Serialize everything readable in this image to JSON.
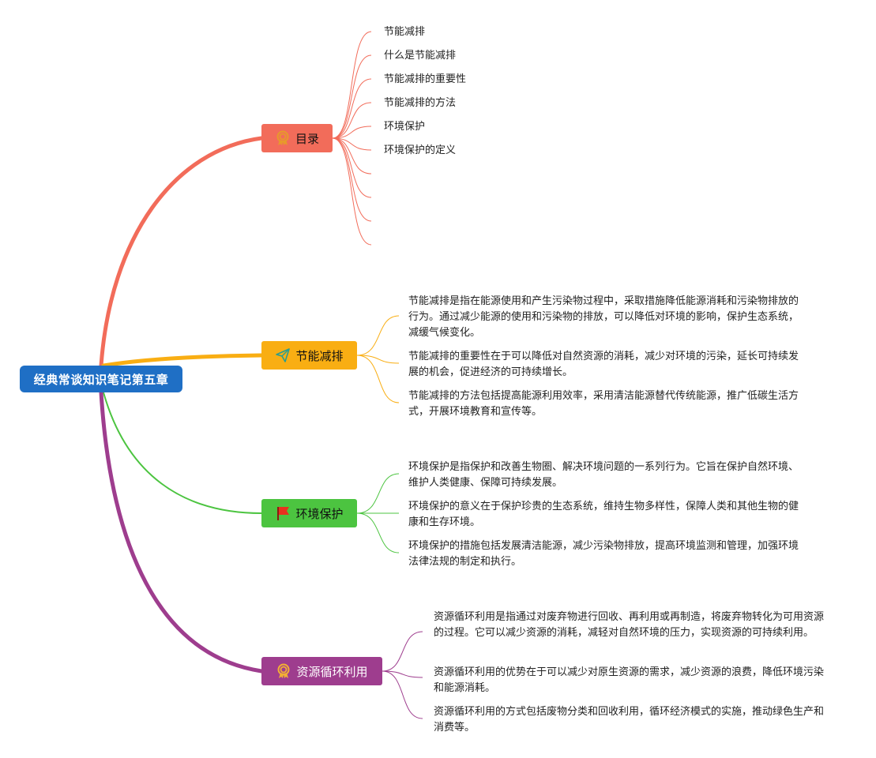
{
  "root": {
    "title": "经典常谈知识笔记第五章"
  },
  "colors": {
    "root": "#1f6fc5",
    "toc": "#f26c5a",
    "energy": "#f9ae13",
    "environment": "#4cc440",
    "resource": "#9e3d8e"
  },
  "branches": {
    "toc": {
      "label": "目录",
      "icon": "award-ribbon-icon",
      "items": [
        "节能减排",
        "什么是节能减排",
        "节能减排的重要性",
        "节能减排的方法",
        "环境保护",
        "环境保护的定义",
        "",
        "",
        "",
        ""
      ]
    },
    "energy": {
      "label": "节能减排",
      "icon": "paper-plane-icon",
      "paragraphs": [
        "节能减排是指在能源使用和产生污染物过程中，采取措施降低能源消耗和污染物排放的行为。通过减少能源的使用和污染物的排放，可以降低对环境的影响，保护生态系统，减缓气候变化。",
        "节能减排的重要性在于可以降低对自然资源的消耗，减少对环境的污染，延长可持续发展的机会，促进经济的可持续增长。",
        "节能减排的方法包括提高能源利用效率，采用清洁能源替代传统能源，推广低碳生活方式，开展环境教育和宣传等。"
      ]
    },
    "environment": {
      "label": "环境保护",
      "icon": "red-flag-icon",
      "paragraphs": [
        "环境保护是指保护和改善生物圈、解决环境问题的一系列行为。它旨在保护自然环境、维护人类健康、保障可持续发展。",
        "环境保护的意义在于保护珍贵的生态系统，维持生物多样性，保障人类和其他生物的健康和生存环境。",
        "环境保护的措施包括发展清洁能源，减少污染物排放，提高环境监测和管理，加强环境法律法规的制定和执行。"
      ]
    },
    "resource": {
      "label": "资源循环利用",
      "icon": "award-ribbon-icon",
      "paragraphs": [
        "资源循环利用是指通过对废弃物进行回收、再利用或再制造，将废弃物转化为可用资源的过程。它可以减少资源的消耗，减轻对自然环境的压力，实现资源的可持续利用。",
        "资源循环利用的优势在于可以减少对原生资源的需求，减少资源的浪费，降低环境污染和能源消耗。",
        "资源循环利用的方式包括废物分类和回收利用，循环经济模式的实施，推动绿色生产和消费等。"
      ]
    }
  }
}
